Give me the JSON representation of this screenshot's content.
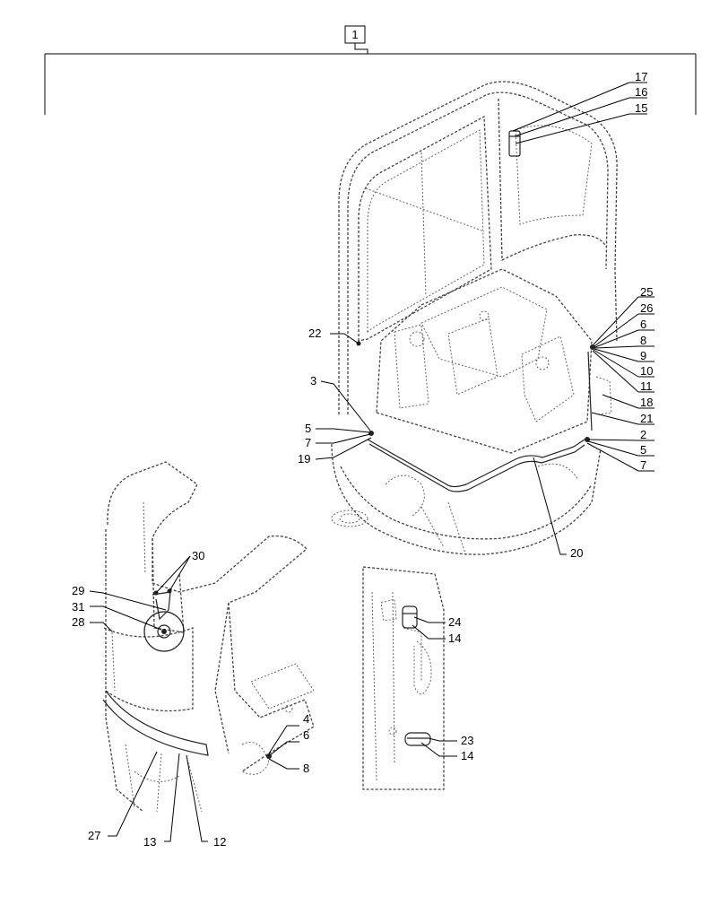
{
  "title_box": "1",
  "callouts": {
    "c17": "17",
    "c16": "16",
    "c15": "15",
    "c25": "25",
    "c26": "26",
    "c6a": "6",
    "c8a": "8",
    "c9": "9",
    "c10": "10",
    "c11": "11",
    "c18": "18",
    "c21": "21",
    "c2": "2",
    "c5b": "5",
    "c7b": "7",
    "c22": "22",
    "c3": "3",
    "c5a": "5",
    "c7a": "7",
    "c19": "19",
    "c20": "20",
    "c30": "30",
    "c29": "29",
    "c31": "31",
    "c28": "28",
    "c24": "24",
    "c14a": "14",
    "c23": "23",
    "c14b": "14",
    "c4": "4",
    "c6b": "6",
    "c8b": "8",
    "c27": "27",
    "c13": "13",
    "c12": "12"
  }
}
